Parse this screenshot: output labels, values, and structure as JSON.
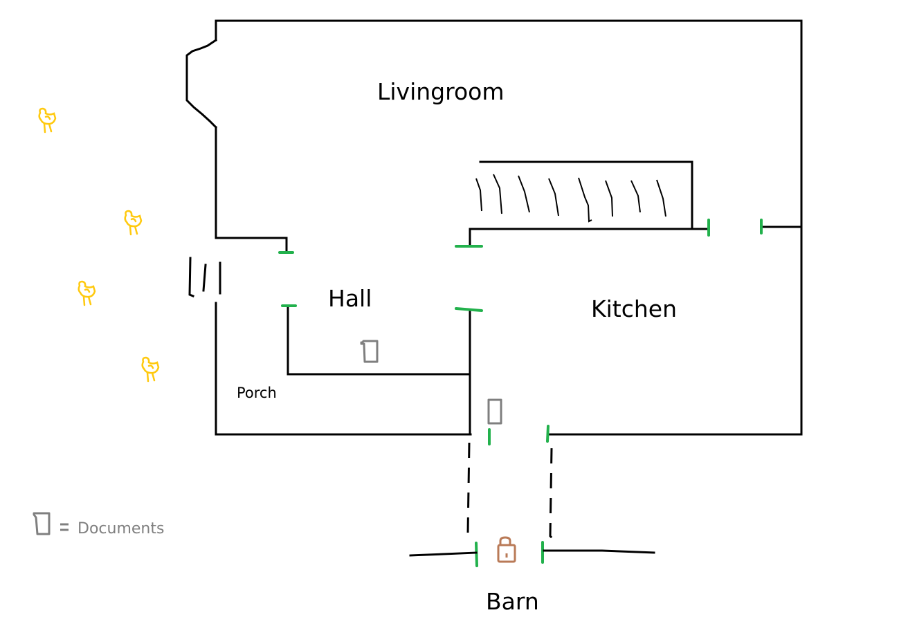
{
  "floorplan": {
    "rooms": [
      {
        "key": "livingroom",
        "label": "Livingroom"
      },
      {
        "key": "hall",
        "label": "Hall"
      },
      {
        "key": "kitchen",
        "label": "Kitchen"
      },
      {
        "key": "porch",
        "label": "Porch"
      },
      {
        "key": "barn",
        "label": "Barn"
      }
    ],
    "legend": {
      "documents_symbol": "document-icon",
      "equals": "=",
      "documents_label": "Documents"
    },
    "markers": {
      "documents_count": 2,
      "chickens_count": 4,
      "lock": "lock-icon",
      "stairs": "stairs-icon"
    },
    "colors": {
      "walls": "#000000",
      "doors": "#22b14c",
      "documents": "#7f7f7f",
      "lock": "#b97a57",
      "chickens": "#ffc90e",
      "legend_text": "#7f7f7f"
    }
  }
}
